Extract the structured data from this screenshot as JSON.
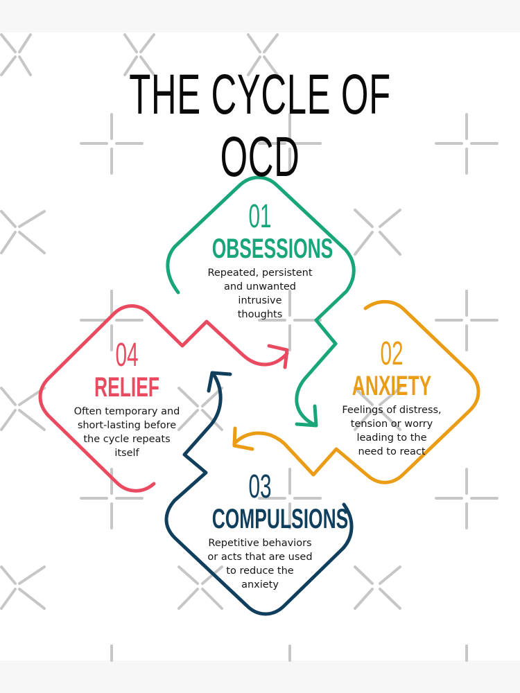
{
  "title": "THE CYCLE OF OCD",
  "colors": {
    "obsessions": "#17a579",
    "anxiety": "#ea9c14",
    "compulsions": "#0f3f5c",
    "relief": "#ea4a5f",
    "watermark": "#c4c4c4"
  },
  "steps": [
    {
      "number": "01",
      "label": "OBSESSIONS",
      "description_lines": [
        "Repeated, persistent",
        "and unwanted",
        "intrusive",
        "thoughts"
      ]
    },
    {
      "number": "02",
      "label": "ANXIETY",
      "description_lines": [
        "Feelings of distress,",
        "tension or worry",
        "leading to the",
        "need to react"
      ]
    },
    {
      "number": "03",
      "label": "COMPULSIONS",
      "description_lines": [
        "Repetitive behaviors",
        "or acts that are used",
        "to reduce the",
        "anxiety"
      ]
    },
    {
      "number": "04",
      "label": "RELIEF",
      "description_lines": [
        "Often temporary and",
        "short-lasting before",
        "the cycle repeats",
        "itself"
      ]
    }
  ],
  "icons": [
    "watermark-x-icon",
    "watermark-plus-icon",
    "arrow-head-icon"
  ]
}
